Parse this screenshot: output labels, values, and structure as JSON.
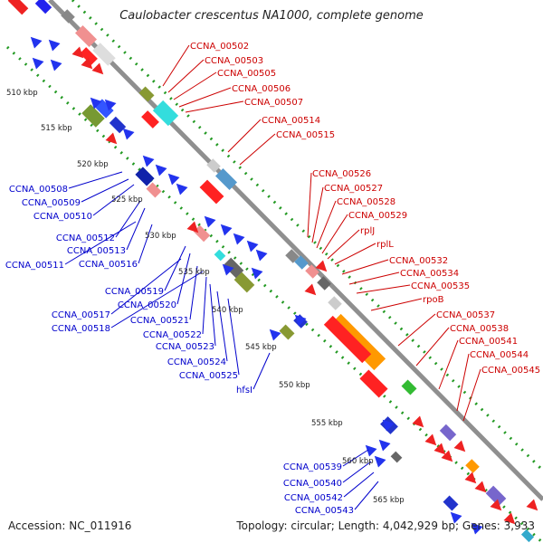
{
  "title": "Caulobacter crescentus NA1000, complete genome",
  "accession": "Accession: NC_011916",
  "topology": "Topology: circular; Length: 4,042,929 bp; Genes: 3,933",
  "colors": {
    "backbone": "#8f8f8f",
    "dots": "#229922",
    "labels_forward": "#cc0000",
    "labels_reverse": "#0000cc"
  },
  "kbp_ticks": [
    "510 kbp",
    "515 kbp",
    "520 kbp",
    "525 kbp",
    "530 kbp",
    "535 kbp",
    "540 kbp",
    "545 kbp",
    "550 kbp",
    "555 kbp",
    "560 kbp",
    "565 kbp"
  ],
  "labels_forward": [
    "CCNA_00502",
    "CCNA_00503",
    "CCNA_00505",
    "CCNA_00506",
    "CCNA_00507",
    "CCNA_00514",
    "CCNA_00515",
    "CCNA_00526",
    "CCNA_00527",
    "CCNA_00528",
    "CCNA_00529",
    "rplJ",
    "rplL",
    "CCNA_00532",
    "CCNA_00534",
    "CCNA_00535",
    "rpoB",
    "CCNA_00537",
    "CCNA_00538",
    "CCNA_00541",
    "CCNA_00544",
    "CCNA_00545"
  ],
  "labels_reverse": [
    "CCNA_00508",
    "CCNA_00509",
    "CCNA_00510",
    "CCNA_00512",
    "CCNA_00513",
    "CCNA_00511",
    "CCNA_00516",
    "CCNA_00519",
    "CCNA_00520",
    "CCNA_00517",
    "CCNA_00521",
    "CCNA_00518",
    "CCNA_00522",
    "CCNA_00523",
    "CCNA_00524",
    "CCNA_00525",
    "hfsI",
    "CCNA_00539",
    "CCNA_00540",
    "CCNA_00542",
    "CCNA_00543"
  ]
}
